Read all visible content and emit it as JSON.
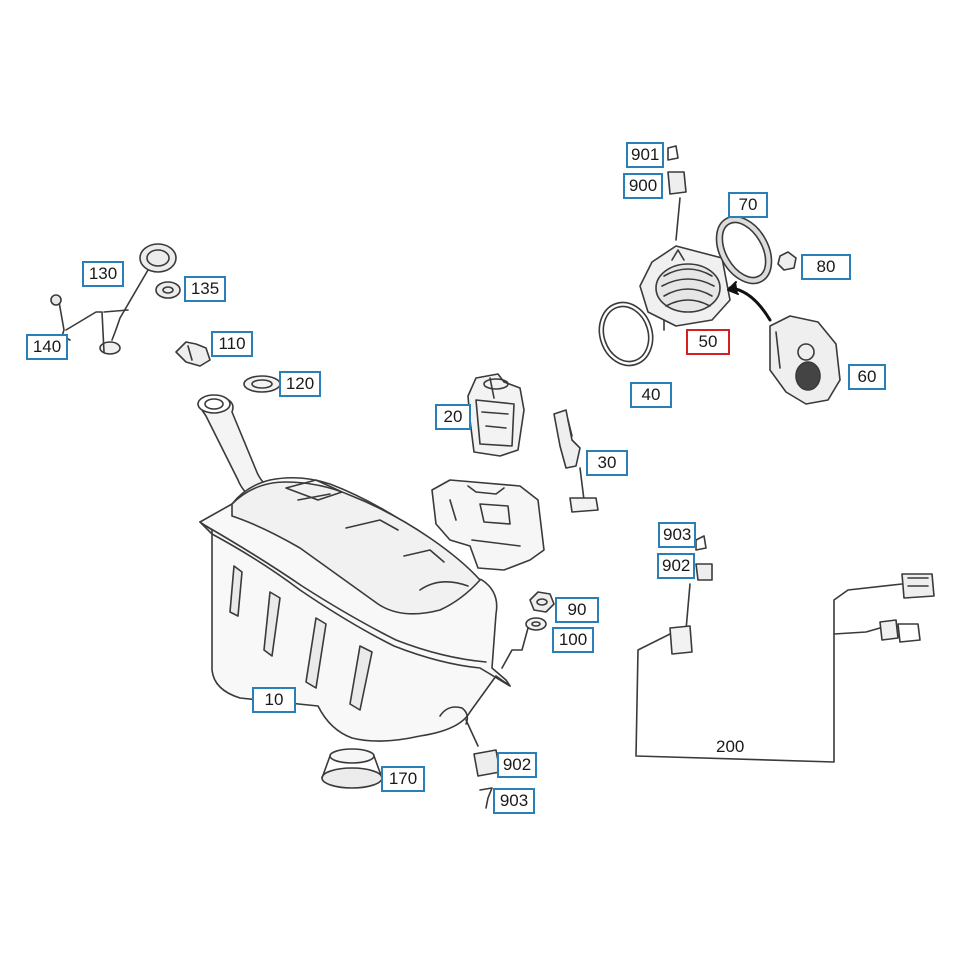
{
  "diagram": {
    "colors": {
      "callout_border": "#2a7fb8",
      "highlight_border": "#d42020",
      "line": "#3a3a3a",
      "background": "#ffffff"
    },
    "callouts": {
      "p10": "10",
      "p20": "20",
      "p30": "30",
      "p40": "40",
      "p50": "50",
      "p60": "60",
      "p70": "70",
      "p80": "80",
      "p90": "90",
      "p100": "100",
      "p110": "110",
      "p120": "120",
      "p130": "130",
      "p135": "135",
      "p140": "140",
      "p170": "170",
      "p900": "900",
      "p901": "901",
      "p902a": "902",
      "p903a": "903",
      "p902b": "902",
      "p903b": "903"
    },
    "highlighted_part": "50",
    "wire_label": "200"
  }
}
